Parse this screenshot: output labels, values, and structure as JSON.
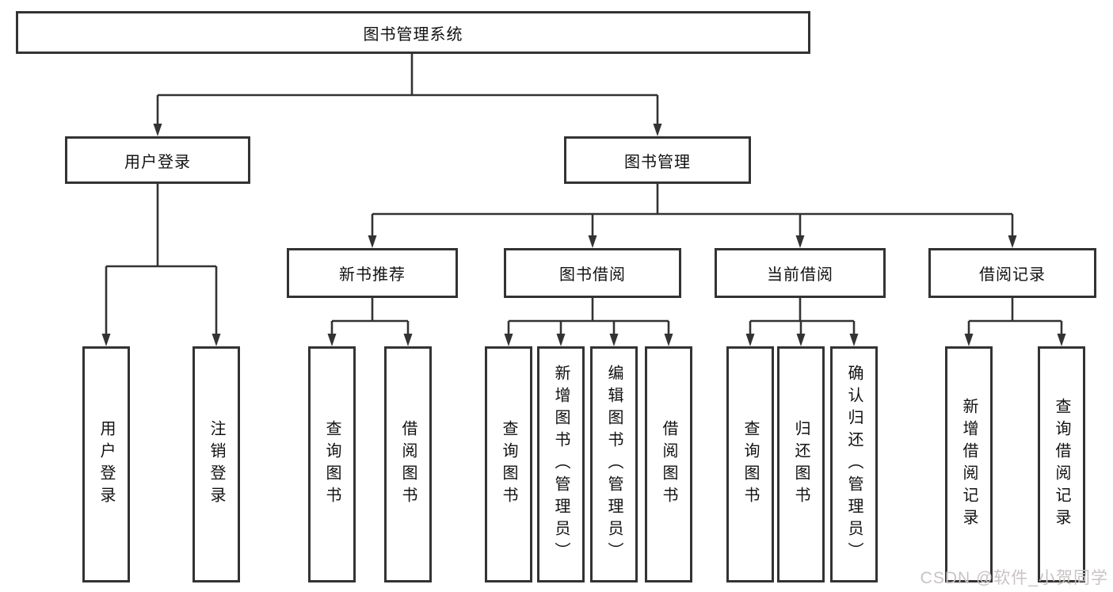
{
  "diagram_title": "图书管理系统",
  "tree": {
    "root": {
      "label": "图书管理系统"
    },
    "branches": [
      {
        "label": "用户登录",
        "children": [
          {
            "label": "用户登录"
          },
          {
            "label": "注销登录"
          }
        ]
      },
      {
        "label": "图书管理",
        "children": [
          {
            "label": "新书推荐",
            "children": [
              {
                "label": "查询图书"
              },
              {
                "label": "借阅图书"
              }
            ]
          },
          {
            "label": "图书借阅",
            "children": [
              {
                "label": "查询图书"
              },
              {
                "label": "新增图书（管理员）"
              },
              {
                "label": "编辑图书（管理员）"
              },
              {
                "label": "借阅图书"
              }
            ]
          },
          {
            "label": "当前借阅",
            "children": [
              {
                "label": "查询图书"
              },
              {
                "label": "归还图书"
              },
              {
                "label": "确认归还（管理员）"
              }
            ]
          },
          {
            "label": "借阅记录",
            "children": [
              {
                "label": "新增借阅记录"
              },
              {
                "label": "查询借阅记录"
              }
            ]
          }
        ]
      }
    ]
  },
  "watermark": "CSDN @软件_小贺同学",
  "colors": {
    "line": "#333333",
    "box_border": "#333333",
    "text": "#111111",
    "watermark": "#c9c3c3",
    "background": "#ffffff"
  }
}
